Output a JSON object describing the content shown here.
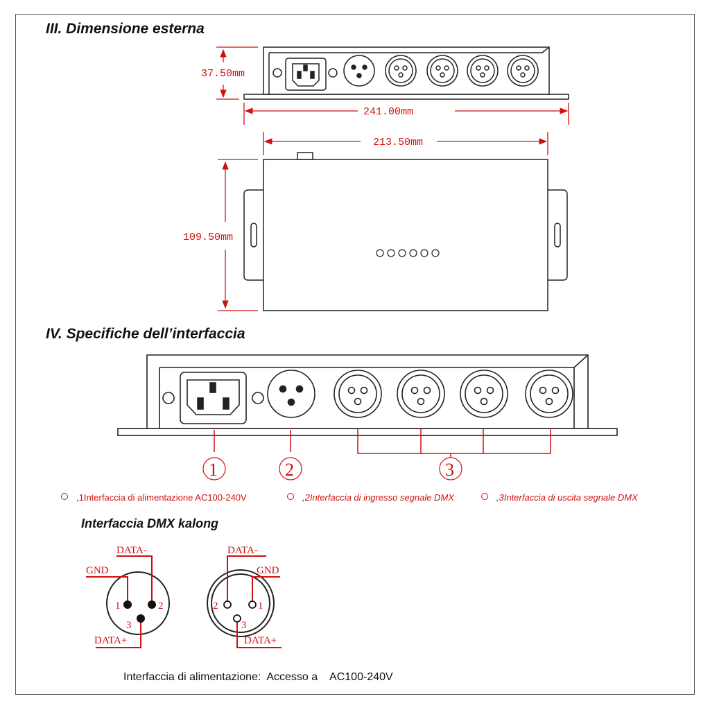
{
  "sections": {
    "external_dimensions_title": "III. Dimensione esterna",
    "interface_specs_title": "IV. Specifiche dell’interfaccia",
    "dmx_interface_title": "Interfaccia DMX kalong"
  },
  "dimensions": {
    "height": "37.50mm",
    "total_length": "241.00mm",
    "body_length": "213.50mm",
    "depth": "109.50mm"
  },
  "callouts": {
    "one": "①",
    "two": "②",
    "three": "③"
  },
  "legend": {
    "item1_num": ",1",
    "item1_text": "Interfaccia di alimentazione AC100-240V",
    "item2_num": ",2",
    "item2_text": "Interfaccia di ingresso segnale DMX",
    "item3_num": ",3",
    "item3_text": "Interfaccia di uscita segnale DMX"
  },
  "pinout": {
    "data_minus": "DATA-",
    "gnd": "GND",
    "data_plus": "DATA+",
    "pin1": "1",
    "pin2": "2",
    "pin3": "3"
  },
  "power_note": "Interfaccia di alimentazione:  Accesso a    AC100-240V",
  "colors": {
    "accent": "#d01010",
    "line": "#222222"
  }
}
